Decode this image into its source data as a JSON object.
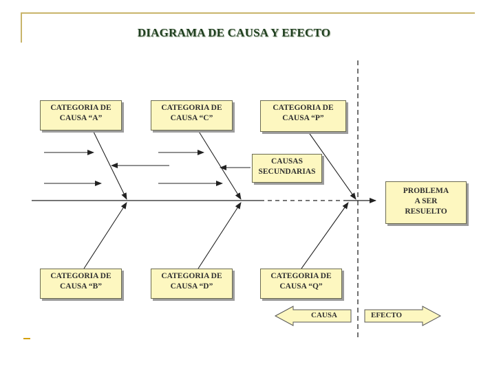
{
  "title": "DIAGRAMA DE CAUSA Y EFECTO",
  "categories": [
    {
      "line1": "CATEGORIA DE",
      "line2": "CAUSA “A”"
    },
    {
      "line1": "CATEGORIA DE",
      "line2": "CAUSA “C”"
    },
    {
      "line1": "CATEGORIA DE",
      "line2": "CAUSA “P”"
    },
    {
      "line1": "CATEGORIA DE",
      "line2": "CAUSA “B”"
    },
    {
      "line1": "CATEGORIA DE",
      "line2": "CAUSA “D”"
    },
    {
      "line1": "CATEGORIA DE",
      "line2": "CAUSA “Q”"
    }
  ],
  "secondary": {
    "line1": "CAUSAS",
    "line2": "SECUNDARIAS"
  },
  "problem": {
    "line1": "PROBLEMA",
    "line2": "A SER",
    "line3": "RESUELTO"
  },
  "cause_arrow": "CAUSA",
  "effect_arrow": "EFECTO",
  "colors": {
    "box_fill": "#fdf7c0",
    "title": "#1f3f1f",
    "frame": "#c8b46a"
  }
}
